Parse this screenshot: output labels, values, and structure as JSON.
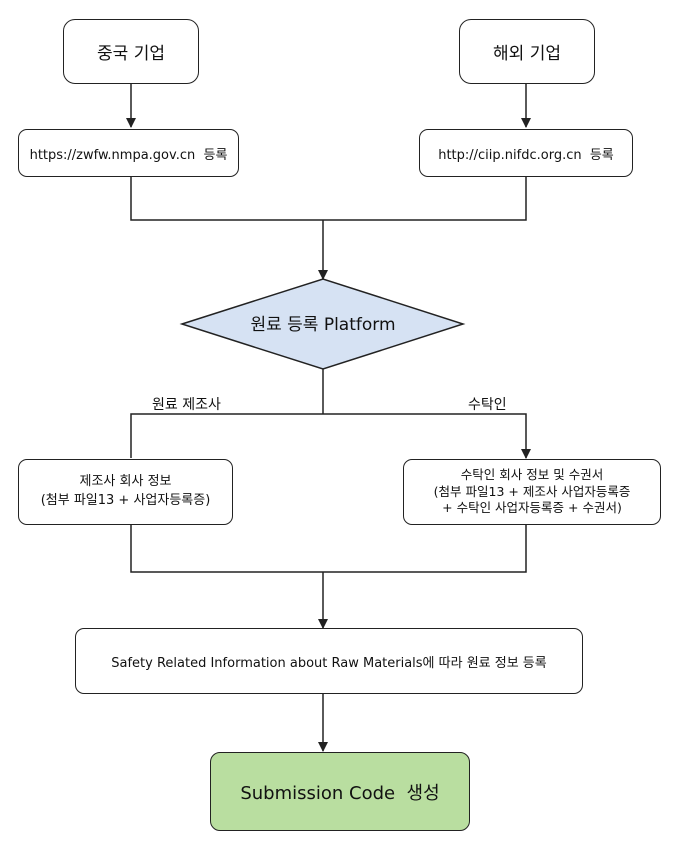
{
  "nodes": {
    "china_company": "중국 기업",
    "overseas_company": "해외 기업",
    "china_register": "https://zwfw.nmpa.gov.cn  등록",
    "overseas_register": "http://ciip.nifdc.org.cn  등록",
    "platform": "원료 등록 Platform",
    "manufacturer_info": [
      "제조사 회사 정보",
      "(첨부 파일13 + 사업자등록증)"
    ],
    "trustee_info": [
      "수탁인 회사 정보 및 수권서",
      "(첨부 파일13 + 제조사 사업자등록증",
      "+ 수탁인 사업자등록증 + 수권서)"
    ],
    "safety_info": "Safety Related Information about Raw Materials에 따라 원료 정보 등록",
    "submission": "Submission Code  생성"
  },
  "branches": {
    "left": "원료 제조사",
    "right": "수탁인"
  },
  "colors": {
    "diamond_fill": "#d6e2f3",
    "submission_fill": "#b9dea0"
  }
}
